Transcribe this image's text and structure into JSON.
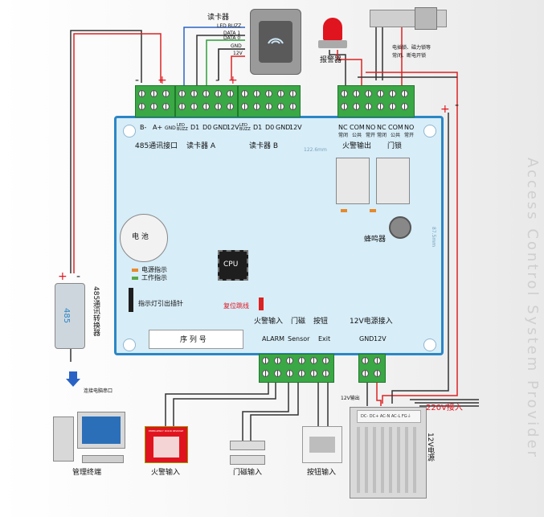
{
  "reader": {
    "title": "读卡器",
    "pins": [
      "LED BUZZ",
      "DATA 1",
      "DATA 0",
      "GND",
      "12V"
    ]
  },
  "alarm": {
    "label": "报警器"
  },
  "lock": {
    "note_line1": "电插锁、磁力锁等",
    "note_line2": "常闭、断电开锁"
  },
  "board": {
    "rs485_pins": [
      "B-",
      "A+",
      "GND"
    ],
    "rs485_label": "485通讯接口",
    "reader_a_pins": [
      "LED BUZZ",
      "D1",
      "D0",
      "GND",
      "12V"
    ],
    "reader_a_label": "读卡器 A",
    "reader_b_pins": [
      "LED BUZZ",
      "D1",
      "D0",
      "GND",
      "12V"
    ],
    "reader_b_label": "读卡器 B",
    "fire_pins": [
      "NC",
      "COM",
      "NO"
    ],
    "fire_sub": [
      "常闭",
      "公共",
      "常开"
    ],
    "fire_label": "火警输出",
    "lock_pins": [
      "NC",
      "COM",
      "NO"
    ],
    "lock_sub": [
      "常闭",
      "公共",
      "常开"
    ],
    "lock_label": "门锁",
    "dim_width": "122.6mm",
    "dim_height": "87.5mm",
    "battery": "电 池",
    "buzzer": "蜂鸣器",
    "led_power": "电源指示",
    "led_work": "工作指示",
    "cpu": "CPU",
    "indicator_pin": "指示灯引出插针",
    "reset": "复位跳线",
    "serial": "序 列 号",
    "input_labels": [
      "火警输入",
      "门磁",
      "按钮"
    ],
    "input_pins": [
      "ALARM",
      "Sensor",
      "Exit"
    ],
    "power_label": "12V电源接入",
    "power_pins": [
      "GND",
      "12V"
    ]
  },
  "converter": {
    "label": "485通讯转换器",
    "text": "485"
  },
  "pc": {
    "note": "连接电脑串口",
    "label": "管理终端"
  },
  "devices": {
    "fire": "火警输入",
    "fire_top": "EMERGENCY DOOR RELEASE",
    "door": "门磁输入",
    "button": "按钮输入"
  },
  "psu": {
    "out": "12V输出",
    "in": "220V接入",
    "label": "12V电源",
    "terminals": "DC- DC+ AC-N AC-L FG⏚"
  },
  "watermark": "Access Control System Provider",
  "colors": {
    "green": "#3aa845",
    "blue": "#2b86c5",
    "red": "#e0141e"
  }
}
